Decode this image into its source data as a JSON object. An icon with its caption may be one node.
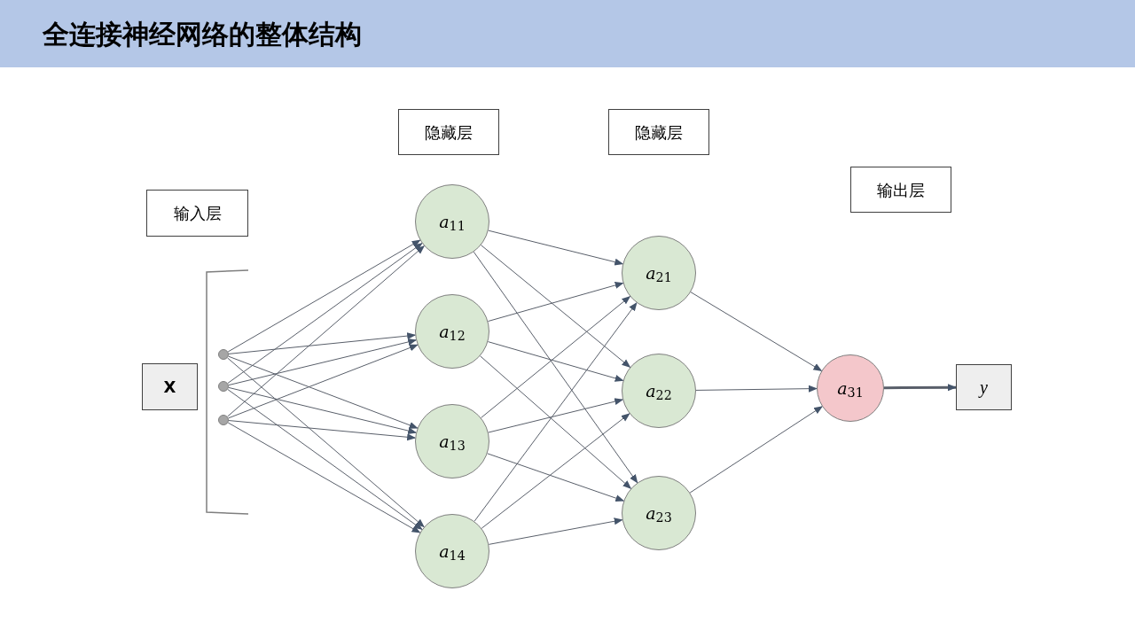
{
  "diagram": {
    "title": "全连接神经网络的整体结构",
    "nodes": [
      {
        "text": [
          "输入层"
        ]
      },
      {
        "text": [
          "隐藏层"
        ]
      },
      {
        "text": [
          "隐藏层"
        ]
      },
      {
        "text": [
          "输出层"
        ]
      },
      {
        "text": [
          "X"
        ]
      },
      {
        "text": [],
        "shape": "circle"
      },
      {
        "text": [],
        "shape": "circle"
      },
      {
        "text": [],
        "shape": "circle"
      },
      {
        "text": [
          "*a*$_{11}$"
        ]
      },
      {
        "text": [
          "*a*$_{12}$"
        ]
      },
      {
        "text": [
          "*a*$_{13}$"
        ]
      },
      {
        "text": [
          "*a*$_{14}$"
        ]
      },
      {
        "text": [
          "*a*$_{21}$"
        ]
      },
      {
        "text": [
          "*a*$_{22}$"
        ]
      },
      {
        "text": [
          "*a*$_{23}$"
        ]
      },
      {
        "text": [
          "*a*$_{31}$"
        ]
      },
      {
        "text": [
          "y"
        ]
      }
    ],
    "edges": [
      {
        "from": 5,
        "to": 8,
        "arrow": "to"
      },
      {
        "from": 5,
        "to": 9,
        "arrow": "to"
      },
      {
        "from": 5,
        "to": 10,
        "arrow": "to"
      },
      {
        "from": 5,
        "to": 11,
        "arrow": "to"
      },
      {
        "from": 6,
        "to": 8,
        "arrow": "to"
      },
      {
        "from": 6,
        "to": 9,
        "arrow": "to"
      },
      {
        "from": 6,
        "to": 10,
        "arrow": "to"
      },
      {
        "from": 6,
        "to": 11,
        "arrow": "to"
      },
      {
        "from": 7,
        "to": 8,
        "arrow": "to"
      },
      {
        "from": 7,
        "to": 9,
        "arrow": "to"
      },
      {
        "from": 7,
        "to": 10,
        "arrow": "to"
      },
      {
        "from": 7,
        "to": 11,
        "arrow": "to"
      },
      {
        "from": 8,
        "to": 12,
        "arrow": "to"
      },
      {
        "from": 8,
        "to": 13,
        "arrow": "to"
      },
      {
        "from": 8,
        "to": 14,
        "arrow": "to"
      },
      {
        "from": 9,
        "to": 12,
        "arrow": "to"
      },
      {
        "from": 9,
        "to": 13,
        "arrow": "to"
      },
      {
        "from": 9,
        "to": 14,
        "arrow": "to"
      },
      {
        "from": 10,
        "to": 12,
        "arrow": "to"
      },
      {
        "from": 10,
        "to": 13,
        "arrow": "to"
      },
      {
        "from": 10,
        "to": 14,
        "arrow": "to"
      },
      {
        "from": 11,
        "to": 12,
        "arrow": "to"
      },
      {
        "from": 11,
        "to": 13,
        "arrow": "to"
      },
      {
        "from": 11,
        "to": 14,
        "arrow": "to"
      },
      {
        "from": 12,
        "to": 15,
        "arrow": "to"
      },
      {
        "from": 13,
        "to": 15,
        "arrow": "to"
      },
      {
        "from": 14,
        "to": 15,
        "arrow": "to"
      },
      {
        "from": 15,
        "to": 16,
        "arrow": "to",
        "style": "thick"
      }
    ]
  }
}
